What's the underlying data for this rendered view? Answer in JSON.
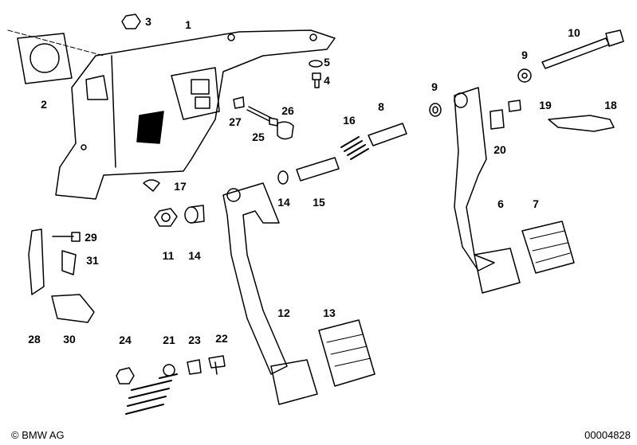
{
  "diagram": {
    "callouts": [
      "1",
      "2",
      "3",
      "4",
      "5",
      "6",
      "7",
      "8",
      "9",
      "9",
      "10",
      "11",
      "12",
      "13",
      "14",
      "14",
      "15",
      "16",
      "17",
      "18",
      "19",
      "20",
      "21",
      "22",
      "23",
      "24",
      "25",
      "26",
      "27",
      "28",
      "29",
      "30",
      "31"
    ]
  },
  "footer": {
    "copyright": "© BMW AG",
    "diagram_number": "00004828"
  }
}
